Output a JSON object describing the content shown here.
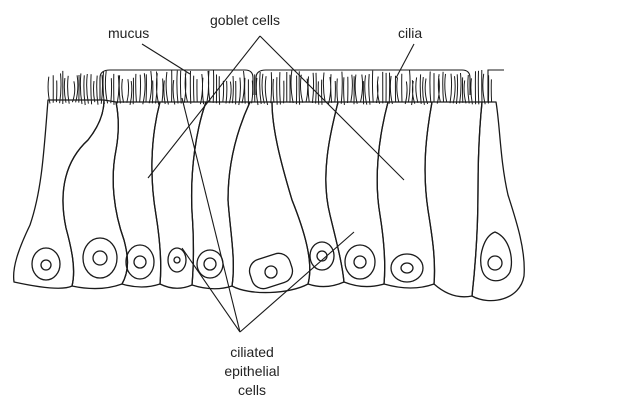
{
  "labels": {
    "mucus": "mucus",
    "goblet_cells": "goblet cells",
    "cilia": "cilia",
    "ciliated_line1": "ciliated",
    "ciliated_line2": "epithelial",
    "ciliated_line3": "cells"
  },
  "colors": {
    "line": "#1a1a1a",
    "background": "#ffffff",
    "text": "#222222"
  }
}
